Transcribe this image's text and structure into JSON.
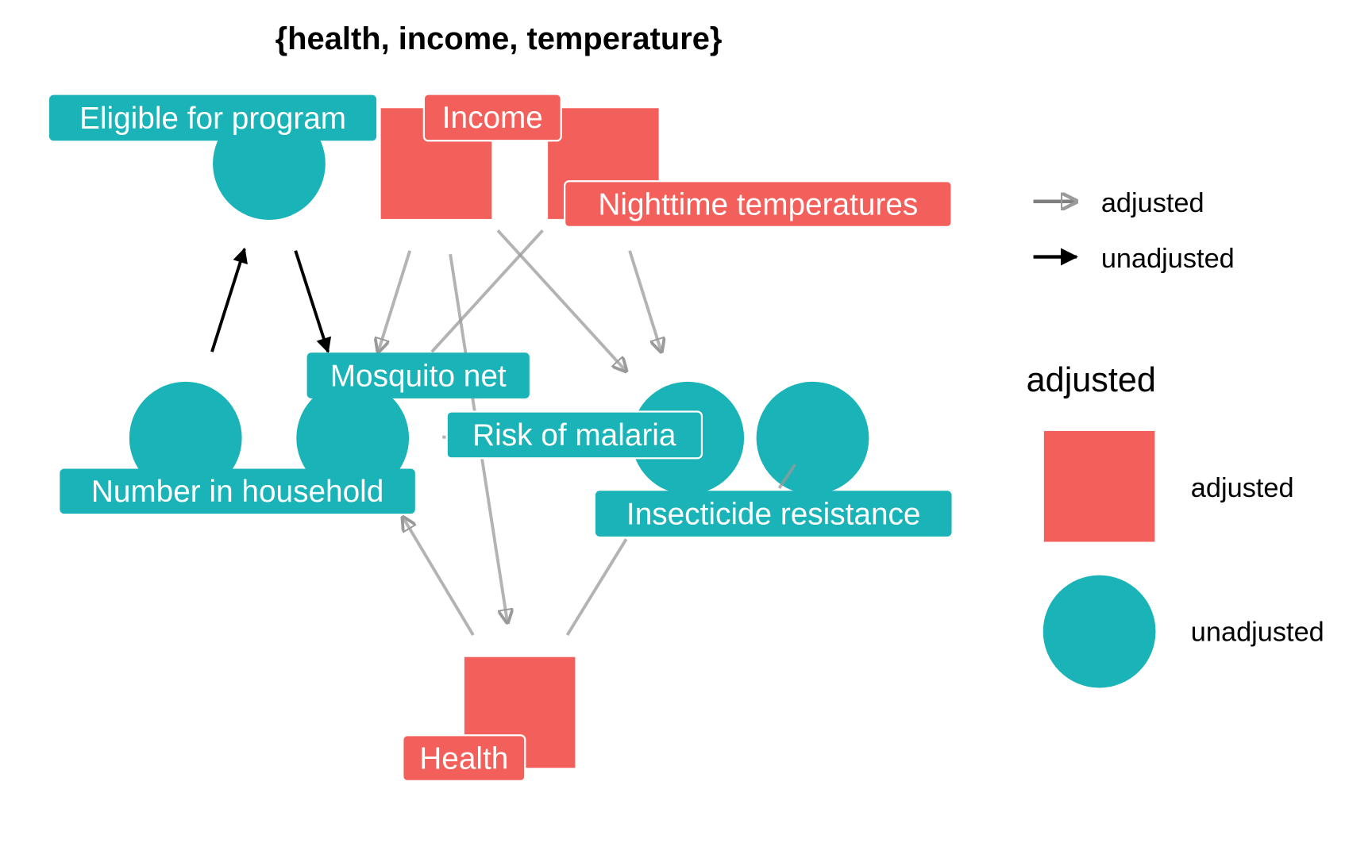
{
  "title": "{health, income, temperature}",
  "colors": {
    "adjusted": "#F3605B",
    "unadjusted": "#1AB3B7",
    "edge_adjusted": "#9a9a9a",
    "edge_unadjusted": "#000000"
  },
  "nodes": [
    {
      "id": "eligible",
      "label": "Eligible for program",
      "status": "unadjusted"
    },
    {
      "id": "income",
      "label": "Income",
      "status": "adjusted"
    },
    {
      "id": "temp",
      "label": "Nighttime temperatures",
      "status": "adjusted"
    },
    {
      "id": "household",
      "label": "Number in household",
      "status": "unadjusted"
    },
    {
      "id": "net",
      "label": "Mosquito net",
      "status": "unadjusted"
    },
    {
      "id": "malaria",
      "label": "Risk of malaria",
      "status": "unadjusted"
    },
    {
      "id": "resistance",
      "label": "Insecticide resistance",
      "status": "unadjusted"
    },
    {
      "id": "health",
      "label": "Health",
      "status": "adjusted"
    }
  ],
  "edges": [
    {
      "from": "household",
      "to": "eligible",
      "status": "unadjusted"
    },
    {
      "from": "eligible",
      "to": "net",
      "status": "unadjusted"
    },
    {
      "from": "income",
      "to": "net",
      "status": "adjusted"
    },
    {
      "from": "income",
      "to": "health",
      "status": "adjusted"
    },
    {
      "from": "income",
      "to": "malaria",
      "status": "adjusted"
    },
    {
      "from": "temp",
      "to": "net",
      "status": "adjusted"
    },
    {
      "from": "temp",
      "to": "malaria",
      "status": "adjusted"
    },
    {
      "from": "health",
      "to": "household",
      "status": "adjusted"
    },
    {
      "from": "health",
      "to": "resistance",
      "status": "adjusted"
    },
    {
      "from": "resistance",
      "to": "malaria",
      "status": "adjusted"
    },
    {
      "from": "net",
      "to": "malaria",
      "status": "adjusted"
    }
  ],
  "legend": {
    "edge_items": [
      "adjusted",
      "unadjusted"
    ],
    "shape_title": "adjusted",
    "shape_items": [
      "adjusted",
      "unadjusted"
    ]
  }
}
